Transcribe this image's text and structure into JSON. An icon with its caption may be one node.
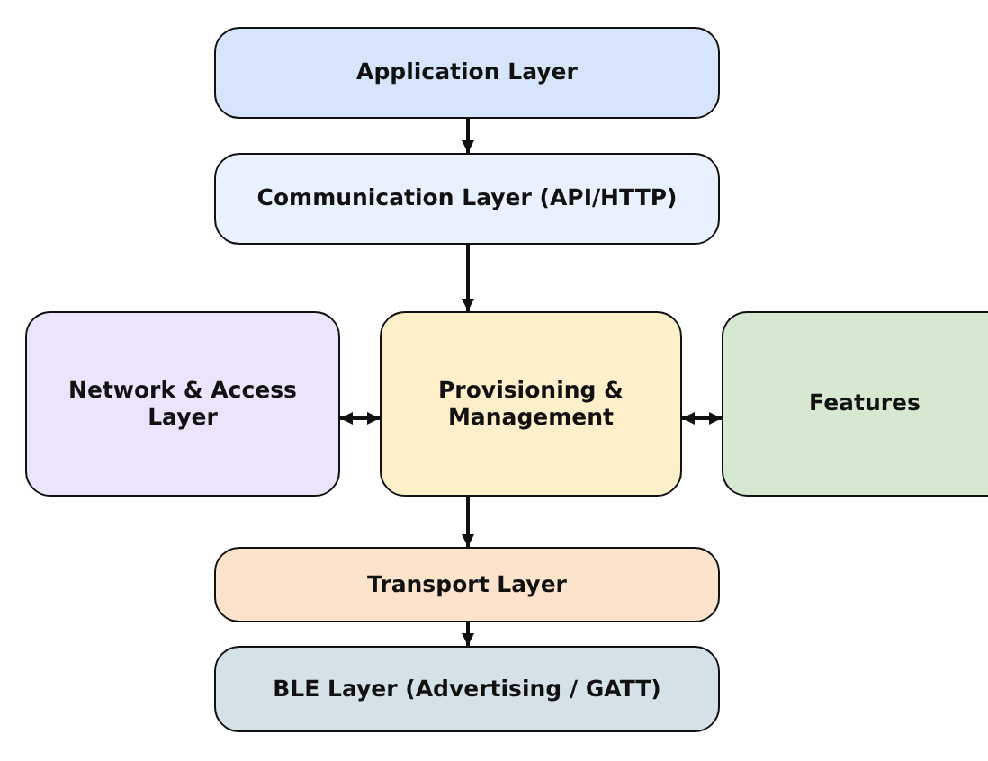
{
  "diagram": {
    "nodes": [
      {
        "text": [
          "Application Layer"
        ]
      },
      {
        "text": [
          "Communication Layer (API/HTTP)"
        ]
      },
      {
        "text": [
          "Network & Access Layer"
        ]
      },
      {
        "text": [
          "Provisioning & Management"
        ]
      },
      {
        "text": [
          "Features"
        ]
      },
      {
        "text": [
          "Transport Layer"
        ]
      },
      {
        "text": [
          "BLE Layer (Advertising / GATT)"
        ]
      }
    ],
    "edges": [
      {
        "from": 0,
        "to": 1,
        "arrow": "to"
      },
      {
        "from": 1,
        "to": 3,
        "arrow": "to"
      },
      {
        "from": 2,
        "to": 3,
        "arrow": "both"
      },
      {
        "from": 3,
        "to": 4,
        "arrow": "both"
      },
      {
        "from": 3,
        "to": 5,
        "arrow": "to"
      },
      {
        "from": 5,
        "to": 6,
        "arrow": "to"
      }
    ]
  }
}
